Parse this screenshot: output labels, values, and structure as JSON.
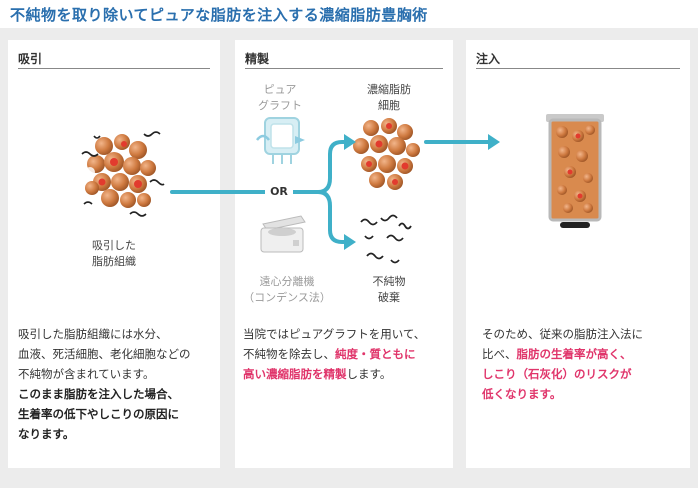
{
  "title": "不純物を取り除いてピュアな脂肪を注入する濃縮脂肪豊胸術",
  "panels": {
    "suction": {
      "heading": "吸引",
      "caption_line1": "吸引した",
      "caption_line2": "脂肪組織",
      "text_line1": "吸引した脂肪組織には水分、",
      "text_line2": "血液、死活細胞、老化細胞などの",
      "text_line3": "不純物が含まれています。",
      "bold_line1": "このまま脂肪を注入した場合、",
      "bold_line2": "生着率の低下やしこりの原因に",
      "bold_line3": "なります。"
    },
    "refine": {
      "heading": "精製",
      "puregraft_line1": "ピュア",
      "puregraft_line2": "グラフト",
      "or_label": "OR",
      "centrifuge_line1": "遠心分離機",
      "centrifuge_line2": "（コンデンス法）",
      "concentrated_line1": "濃縮脂肪",
      "concentrated_line2": "細胞",
      "impurity_line1": "不純物",
      "impurity_line2": "破棄",
      "text_line1": "当院ではピュアグラフトを用いて、",
      "text_line2_plain": "不純物を除去し、",
      "text_line2_pink": "純度・質ともに",
      "text_line3_pink": "高い濃縮脂肪を精製",
      "text_line3_plain": "します。"
    },
    "inject": {
      "heading": "注入",
      "text_line1": "そのため、従来の脂肪注入法に",
      "text_line2_plain": "比べ、",
      "text_line2_pink": "脂肪の生着率が高く、",
      "text_line3_pink": "しこり（石灰化）のリスクが",
      "text_line4_pink": "低くなります。"
    }
  },
  "colors": {
    "title": "#2a6fae",
    "arrow": "#3fb0c8",
    "emphasis": "#e0356b",
    "fat": "#c8743a"
  }
}
